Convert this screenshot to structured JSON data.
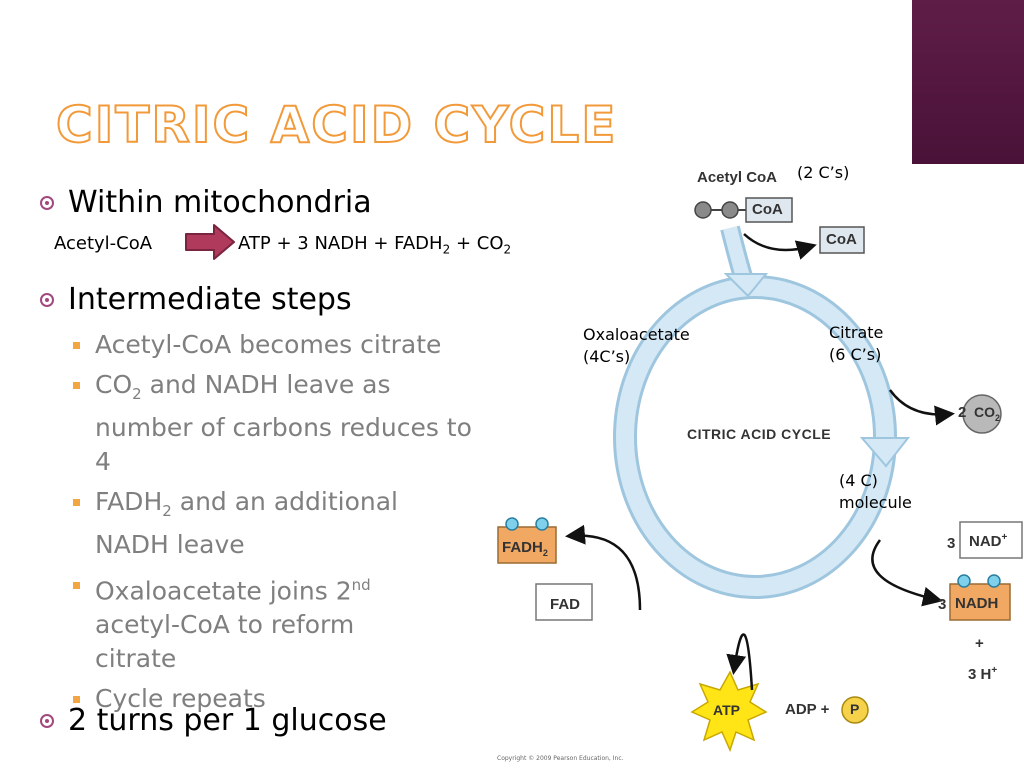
{
  "title": "Citric Acid Cycle",
  "bullets": {
    "b1": "Within mitochondria",
    "equation": {
      "reactant": "Acetyl-CoA",
      "p1": "ATP + 3 NADH + FADH",
      "p1_sub": "2",
      "p2": " + CO",
      "p2_sub": "2"
    },
    "b2": "Intermediate steps",
    "sub": {
      "s1": "Acetyl-CoA becomes citrate",
      "s2_a": "CO",
      "s2_sub": "2",
      "s2_b": " and NADH leave as number of carbons reduces to 4",
      "s3_a": "FADH",
      "s3_sub": "2",
      "s3_b": " and an additional NADH leave",
      "s4_a": "Oxaloacetate joins 2",
      "s4_sup": "nd",
      "s4_b": " acetyl-CoA to reform citrate",
      "s5": "Cycle repeats"
    },
    "b3": "2 turns per 1 glucose"
  },
  "diagram": {
    "acetyl_coa": "Acetyl CoA",
    "two_c": "(2 C’s)",
    "coa_attached": "CoA",
    "coa_released": "CoA",
    "oxaloacetate_1": "Oxaloacetate",
    "oxaloacetate_2": "(4C’s)",
    "citrate_1": "Citrate",
    "citrate_2": "(6 C’s)",
    "cycle_label": "Citric Acid Cycle",
    "co2_coeff": "2",
    "co2_a": "CO",
    "co2_sub": "2",
    "fourc_1": "(4 C)",
    "fourc_2": "molecule",
    "nad_coeff": "3",
    "nad": "NAD",
    "nad_sup": "+",
    "nadh_coeff": "3",
    "nadh": "NADH",
    "plus": "+",
    "h_coeff": "3 H",
    "h_sup": "+",
    "fadh2_a": "FADH",
    "fadh2_sub": "2",
    "fad": "FAD",
    "atp": "ATP",
    "adp": "ADP +",
    "p": "P"
  },
  "copyright": "Copyright © 2009 Pearson Education, Inc.",
  "colors": {
    "accent_purple": "#5e1d47",
    "title_orange": "#f29a3a",
    "bullet_purple": "#a2487e",
    "sub_gray": "#7f7f7f",
    "cycle_blue": "#c5e0f0",
    "box_orange": "#f0a862",
    "atp_yellow": "#ffe516"
  }
}
